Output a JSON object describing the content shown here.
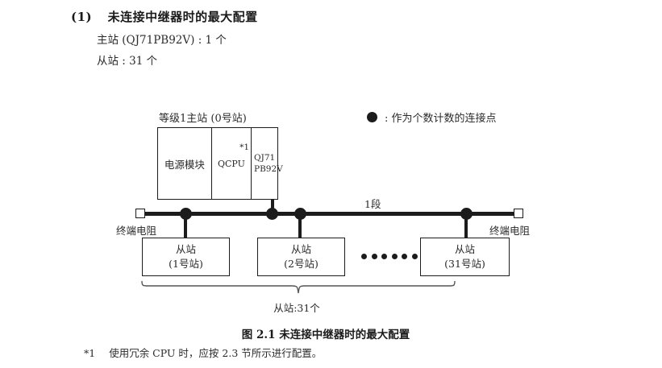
{
  "section": {
    "number": "(1)",
    "title": "未连接中继器时的最大配置",
    "lines": [
      "主站 (QJ71PB92V) : 1 个",
      "从站 : 31 个"
    ]
  },
  "legend": {
    "symbol": "filled-circle",
    "text": ": 作为个数计数的连接点"
  },
  "diagram": {
    "master": {
      "label": "等级1主站 (0号站)",
      "cells": [
        {
          "name": "power-module",
          "text": "电源模块"
        },
        {
          "name": "cpu-module",
          "text": "QCPU",
          "footmark": "*1"
        },
        {
          "name": "network-module",
          "line1": "QJ71",
          "line2": "PB92V"
        }
      ]
    },
    "bus": {
      "segment_label": "1段",
      "terminator_left": "终端电阻",
      "terminator_right": "终端电阻"
    },
    "slaves": [
      {
        "title": "从站",
        "station": "(1号站)"
      },
      {
        "title": "从站",
        "station": "(2号站)"
      },
      {
        "title": "从站",
        "station": "(31号站)"
      }
    ],
    "ellipsis_dots": 6,
    "brace_label": "从站:31个"
  },
  "caption": "图 2.1  未连接中继器时的最大配置",
  "footnote": {
    "mark": "*1",
    "text": "使用冗余 CPU 时，应按 2.3 节所示进行配置。"
  },
  "colors": {
    "ink": "#1c1c1c",
    "text": "#2b2b2b",
    "paper": "#ffffff"
  }
}
